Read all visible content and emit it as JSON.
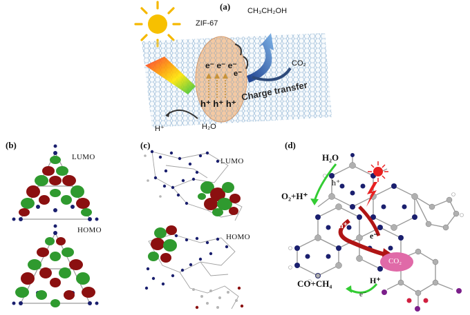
{
  "panels": {
    "a": {
      "label": "(a)",
      "zif": "ZIF-67",
      "ethanol": "CH₃CH₂OH",
      "co2": "CO₂",
      "electrons": "e⁻ e⁻ e⁻",
      "electron_single": "e⁻",
      "holes": "h⁺ h⁺ h⁺",
      "charge_transfer": "Charge transfer",
      "proton": "H⁺",
      "water": "H₂O"
    },
    "b": {
      "label": "(b)",
      "lumo": "LUMO",
      "homo": "HOMO"
    },
    "c": {
      "label": "(c)",
      "lumo": "LUMO",
      "homo": "HOMO"
    },
    "d": {
      "label": "(d)",
      "water": "H₂O",
      "oxygen": "O₂+H⁺",
      "hole_top": "h⁺",
      "hole_mid": "h⁺",
      "electron": "e⁻",
      "co2": "CO₂",
      "products": "CO+CH₄",
      "proton": "H⁺",
      "electron_bottom": "e⁻"
    }
  },
  "colors": {
    "sun": "#f5b800",
    "graphene": "#5a8fc0",
    "particle": "#f3c9a3",
    "orbital_red": "#8b1010",
    "orbital_green": "#2f9a2f",
    "atom_navy": "#1a1f6e",
    "atom_grey": "#a9a9a9",
    "arrow_green": "#33cc33",
    "arrow_red": "#b01515",
    "co2_blob": "#e06aa8"
  },
  "icons": [
    "sun-icon",
    "light-bolt-icon"
  ]
}
